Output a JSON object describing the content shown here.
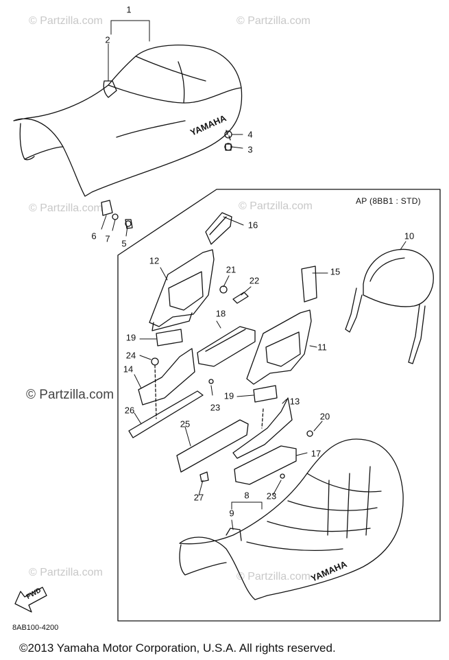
{
  "watermark": "© Partzilla.com",
  "box_label": "AP (8BB1 : STD)",
  "diagram_code": "8AB100-4200",
  "copyright": "©2013  Yamaha Motor Corporation, U.S.A. All rights reserved.",
  "brand": "YAMAHA",
  "fwd_label": "FWD",
  "callouts": [
    "1",
    "2",
    "3",
    "4",
    "5",
    "6",
    "7",
    "8",
    "9",
    "10",
    "11",
    "12",
    "13",
    "14",
    "15",
    "16",
    "17",
    "18",
    "19",
    "19",
    "20",
    "21",
    "22",
    "23",
    "23",
    "24",
    "25",
    "26",
    "27"
  ],
  "colors": {
    "line": "#111111",
    "watermark": "#c8c8c8"
  }
}
